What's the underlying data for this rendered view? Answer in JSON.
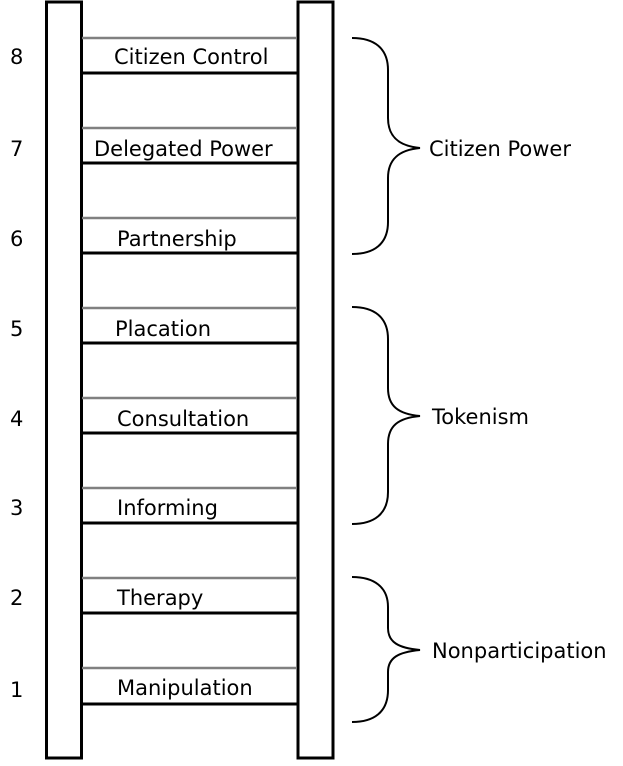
{
  "rungs": [
    {
      "number": "8",
      "label": "Citizen Control"
    },
    {
      "number": "7",
      "label": "Delegated Power"
    },
    {
      "number": "6",
      "label": "Partnership"
    },
    {
      "number": "5",
      "label": "Placation"
    },
    {
      "number": "4",
      "label": "Consultation"
    },
    {
      "number": "3",
      "label": "Informing"
    },
    {
      "number": "2",
      "label": "Therapy"
    },
    {
      "number": "1",
      "label": "Manipulation"
    }
  ],
  "groups": [
    {
      "label": "Citizen Power"
    },
    {
      "label": "Tokenism"
    },
    {
      "label": "Nonparticipation"
    }
  ]
}
